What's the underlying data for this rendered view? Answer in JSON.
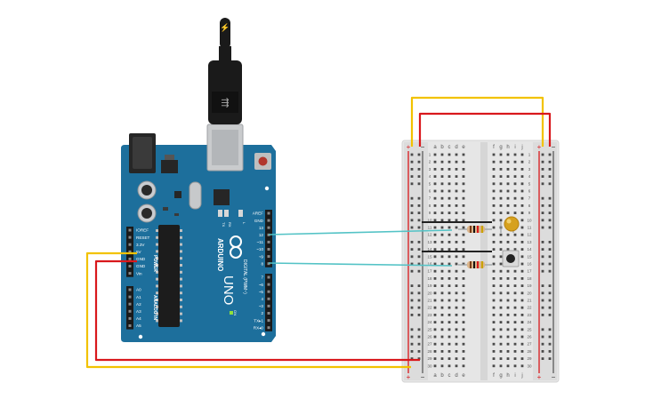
{
  "usb_icon": "lightning-icon",
  "arduino": {
    "brand": "ARDUINO",
    "model": "UNO",
    "tx_label": "TX",
    "rx_label": "RX",
    "l_label": "L",
    "on_label": "ON",
    "power_header": "POWER",
    "analog_header": "ANALOG IN",
    "digital_header": "DIGITAL (PWM~)",
    "power_pins": [
      "IOREF",
      "RESET",
      "3.3V",
      "5V",
      "GND",
      "GND",
      "Vin"
    ],
    "analog_pins": [
      "A0",
      "A1",
      "A2",
      "A3",
      "A4",
      "A5"
    ],
    "top_pins": [
      "AREF",
      "GND",
      "13",
      "12",
      "~11",
      "~10",
      "~9",
      "8"
    ],
    "bottom_pins": [
      "7",
      "~6",
      "~5",
      "4",
      "~3",
      "2",
      "TX▸1",
      "RX◂0"
    ]
  },
  "breadboard": {
    "columns_left": [
      "a",
      "b",
      "c",
      "d",
      "e"
    ],
    "columns_right": [
      "f",
      "g",
      "h",
      "i",
      "j"
    ],
    "rows": [
      "1",
      "2",
      "3",
      "4",
      "5",
      "6",
      "7",
      "8",
      "9",
      "10",
      "11",
      "12",
      "13",
      "14",
      "15",
      "16",
      "17",
      "18",
      "19",
      "20",
      "21",
      "22",
      "23",
      "24",
      "25",
      "26",
      "27",
      "28",
      "29",
      "30"
    ],
    "plus": "+",
    "minus": "−"
  },
  "wire_colors": {
    "power_5v": "#f2c200",
    "ground": "#d9181c",
    "signal": "#54c3c6",
    "black": "#222222"
  }
}
